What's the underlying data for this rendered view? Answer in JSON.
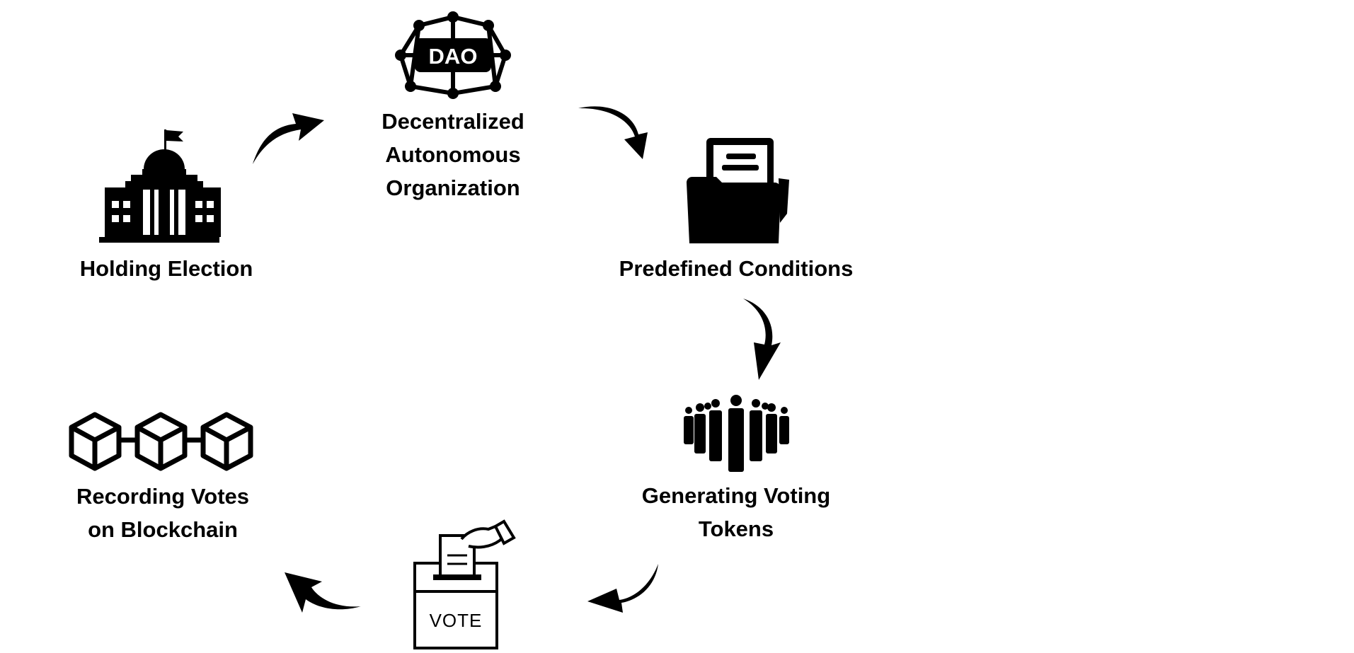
{
  "diagram": {
    "steps": [
      {
        "id": "holding-election",
        "icon": "government-building-icon",
        "lines": [
          "Holding Election"
        ]
      },
      {
        "id": "dao",
        "icon": "dao-network-icon",
        "icon_text": "DAO",
        "lines": [
          "Decentralized",
          "Autonomous",
          "Organization"
        ]
      },
      {
        "id": "predefined-conditions",
        "icon": "folder-document-icon",
        "lines": [
          "Predefined Conditions"
        ]
      },
      {
        "id": "generating-voting-tokens",
        "icon": "crowd-people-icon",
        "lines": [
          "Generating Voting",
          "Tokens"
        ]
      },
      {
        "id": "vote",
        "icon": "ballot-box-icon",
        "icon_text": "VOTE",
        "lines": []
      },
      {
        "id": "recording-votes",
        "icon": "blockchain-cubes-icon",
        "lines": [
          "Recording Votes",
          "on Blockchain"
        ]
      }
    ],
    "flow": [
      "holding-election",
      "dao",
      "predefined-conditions",
      "generating-voting-tokens",
      "vote",
      "recording-votes"
    ],
    "colors": {
      "foreground": "#000000",
      "background": "#ffffff"
    }
  }
}
